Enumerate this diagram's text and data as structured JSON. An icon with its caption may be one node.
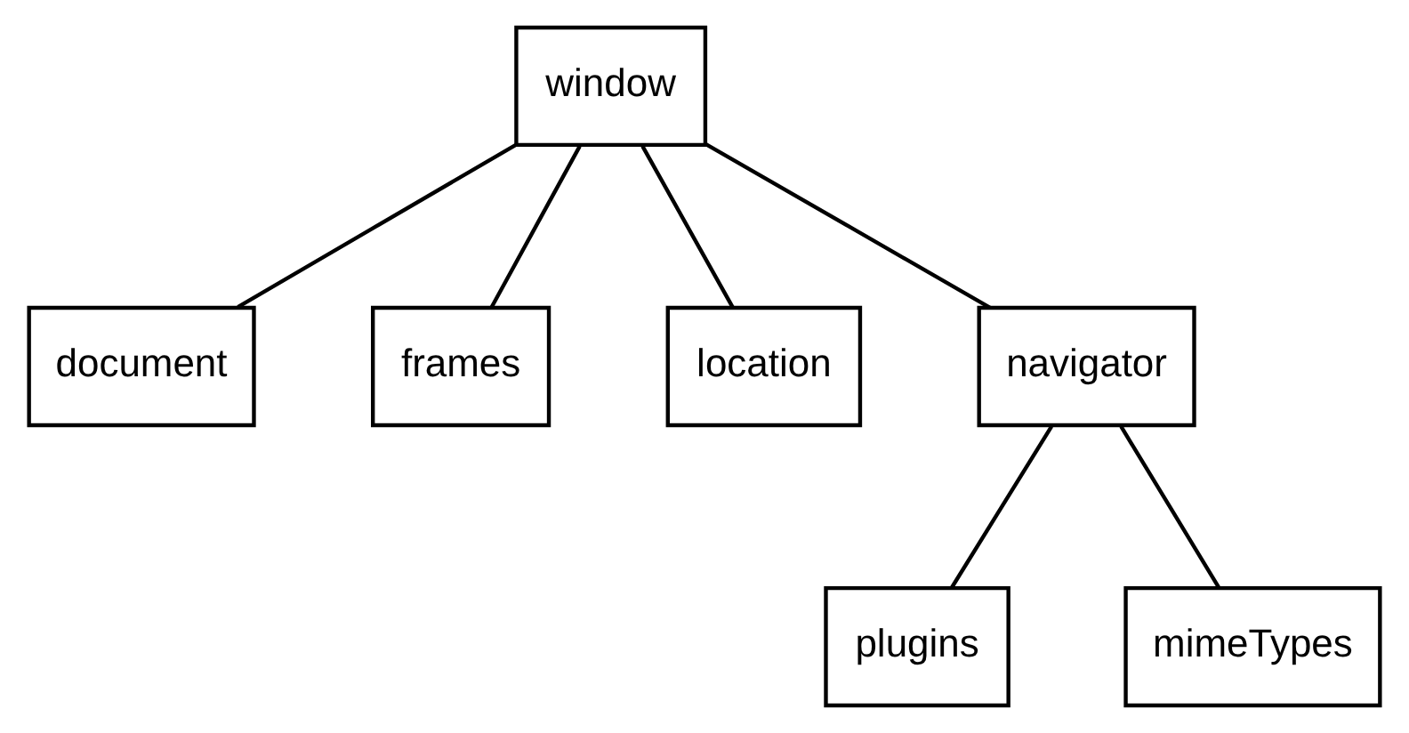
{
  "diagram": {
    "nodes": [
      {
        "text": [
          "window"
        ]
      },
      {
        "text": [
          "document"
        ]
      },
      {
        "text": [
          "frames"
        ]
      },
      {
        "text": [
          "location"
        ]
      },
      {
        "text": [
          "navigator"
        ]
      },
      {
        "text": [
          "plugins"
        ]
      },
      {
        "text": [
          "mimeTypes"
        ]
      }
    ],
    "edges": [
      {
        "from": 0,
        "to": 1,
        "arrow": "none"
      },
      {
        "from": 0,
        "to": 2,
        "arrow": "none"
      },
      {
        "from": 0,
        "to": 3,
        "arrow": "none"
      },
      {
        "from": 0,
        "to": 4,
        "arrow": "none"
      },
      {
        "from": 4,
        "to": 5,
        "arrow": "none"
      },
      {
        "from": 4,
        "to": 6,
        "arrow": "none"
      }
    ]
  }
}
